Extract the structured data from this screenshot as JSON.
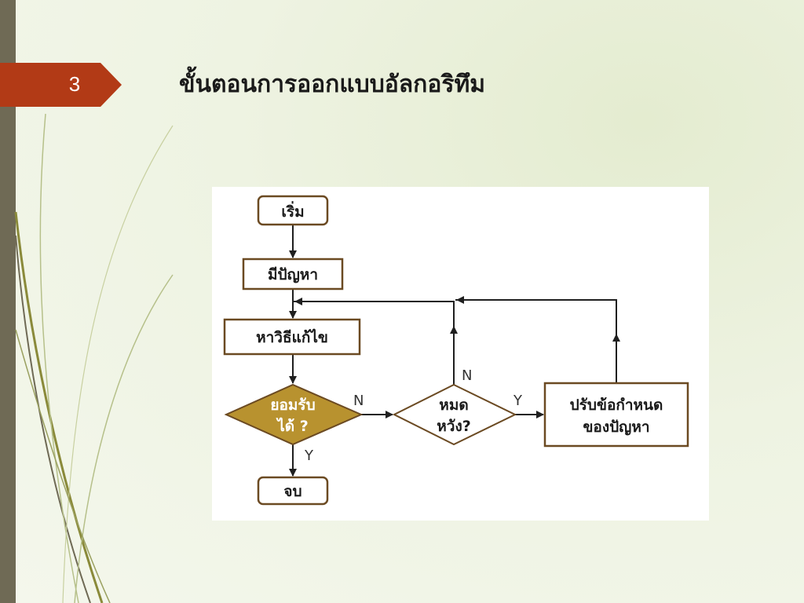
{
  "slide": {
    "number": "3",
    "title": "ขั้นตอนการออกแบบอัลกอริทึม"
  },
  "flowchart": {
    "nodes": {
      "start": "เริ่ม",
      "problem": "มีปัญหา",
      "find_solution": "หาวิธีแก้ไข",
      "accept_line1": "ยอมรับ",
      "accept_line2": "ได้ ?",
      "hopeless_line1": "หมด",
      "hopeless_line2": "หวัง?",
      "adjust_line1": "ปรับข้อกำหนด",
      "adjust_line2": "ของปัญหา",
      "end": "จบ"
    },
    "edge_labels": {
      "accept_no": "N",
      "accept_yes": "Y",
      "hopeless_no": "N",
      "hopeless_yes": "Y"
    }
  },
  "colors": {
    "accent_red": "#b23a16",
    "sidebar": "#6f6a55",
    "decision_fill": "#b8922f",
    "node_border": "#6b4a22"
  }
}
